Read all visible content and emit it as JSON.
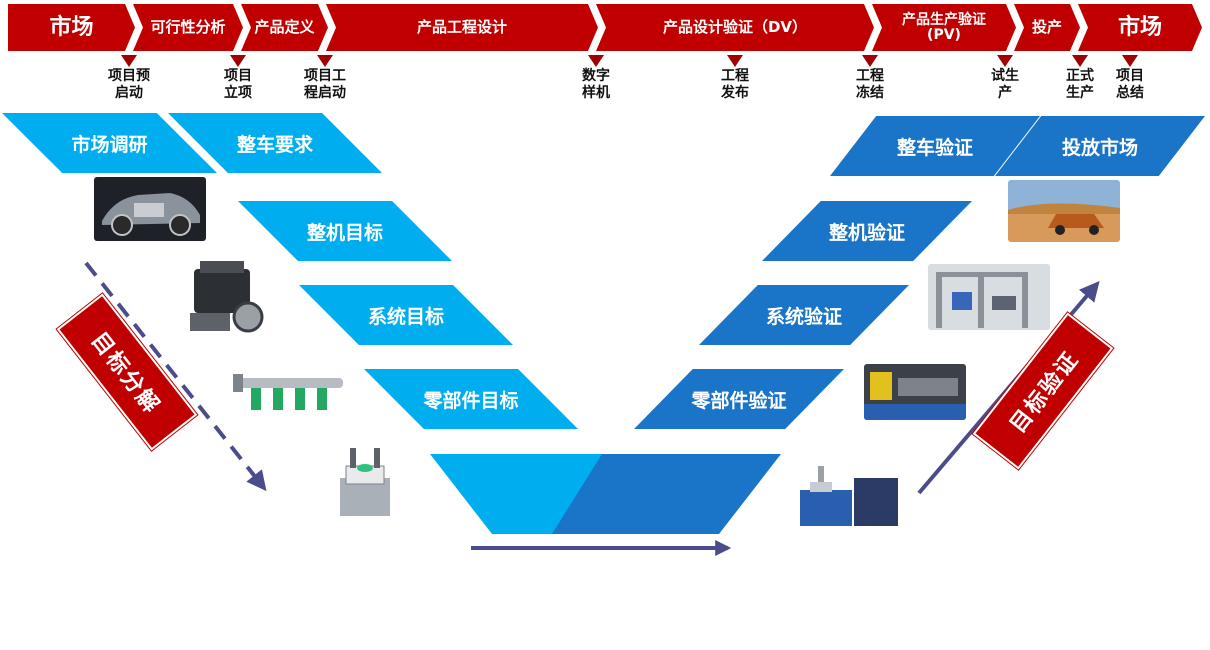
{
  "phases": [
    {
      "label": "市场"
    },
    {
      "label": "可行性分析"
    },
    {
      "label": "产品定义"
    },
    {
      "label": "产品工程设计"
    },
    {
      "label": "产品设计验证（DV）"
    },
    {
      "label": "产品生产验证\n(PV)"
    },
    {
      "label": "投产"
    },
    {
      "label": "市场"
    }
  ],
  "milestones": [
    {
      "label": "项目预\n启动"
    },
    {
      "label": "项目\n立项"
    },
    {
      "label": "项目工\n程启动"
    },
    {
      "label": "数字\n样机"
    },
    {
      "label": "工程\n发布"
    },
    {
      "label": "工程\n冻结"
    },
    {
      "label": "试生\n产"
    },
    {
      "label": "正式\n生产"
    },
    {
      "label": "项目\n总结"
    }
  ],
  "left_blocks": [
    "市场调研",
    "整车要求",
    "整机目标",
    "系统目标",
    "零部件目标"
  ],
  "right_blocks": [
    "整车验证",
    "投放市场",
    "整机验证",
    "系统验证",
    "零部件验证"
  ],
  "banners": {
    "left": "目标分解",
    "right": "目标验证"
  },
  "colors": {
    "phase_red": "#c00000",
    "left_blue": "#00aeef",
    "right_blue": "#1a75c8",
    "arrow": "#4b4c8c"
  },
  "icons": [
    "car-engine-cutaway-icon",
    "engine-assembly-icon",
    "fuel-injection-rail-icon",
    "piston-cylinder-icon",
    "car-in-desert-icon",
    "vehicle-test-rig-icon",
    "component-test-bench-icon",
    "part-test-machine-icon"
  ]
}
